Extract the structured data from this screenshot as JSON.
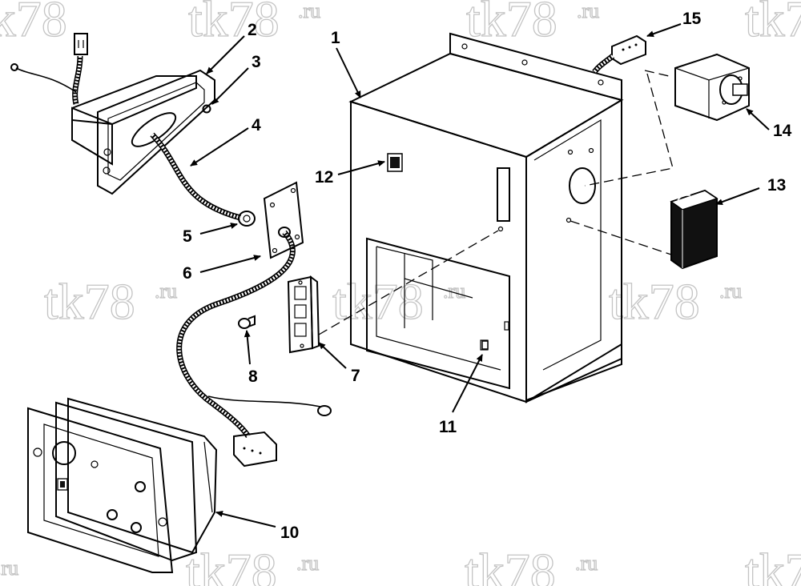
{
  "watermark": {
    "brand": "tk78",
    "suffix": ".ru"
  },
  "callouts": [
    "1",
    "2",
    "3",
    "4",
    "5",
    "6",
    "7",
    "8",
    "10",
    "11",
    "12",
    "13",
    "14",
    "15"
  ],
  "parts": {
    "enclosure_box": "1",
    "upper_wiring_box": "2",
    "mounting_screw": "3",
    "cable_harness": "4",
    "grommet": "5",
    "mounting_plate": "6",
    "switch_panel": "7",
    "small_screw": "8",
    "control_panel": "10",
    "clip": "11",
    "decal_label": "12",
    "relay_module": "13",
    "timer_motor": "14",
    "connector_plug": "15"
  },
  "colors": {
    "line": "#000000",
    "background": "#ffffff",
    "watermark_stroke": "#c4c4c4",
    "dark_fill": "#111111"
  }
}
